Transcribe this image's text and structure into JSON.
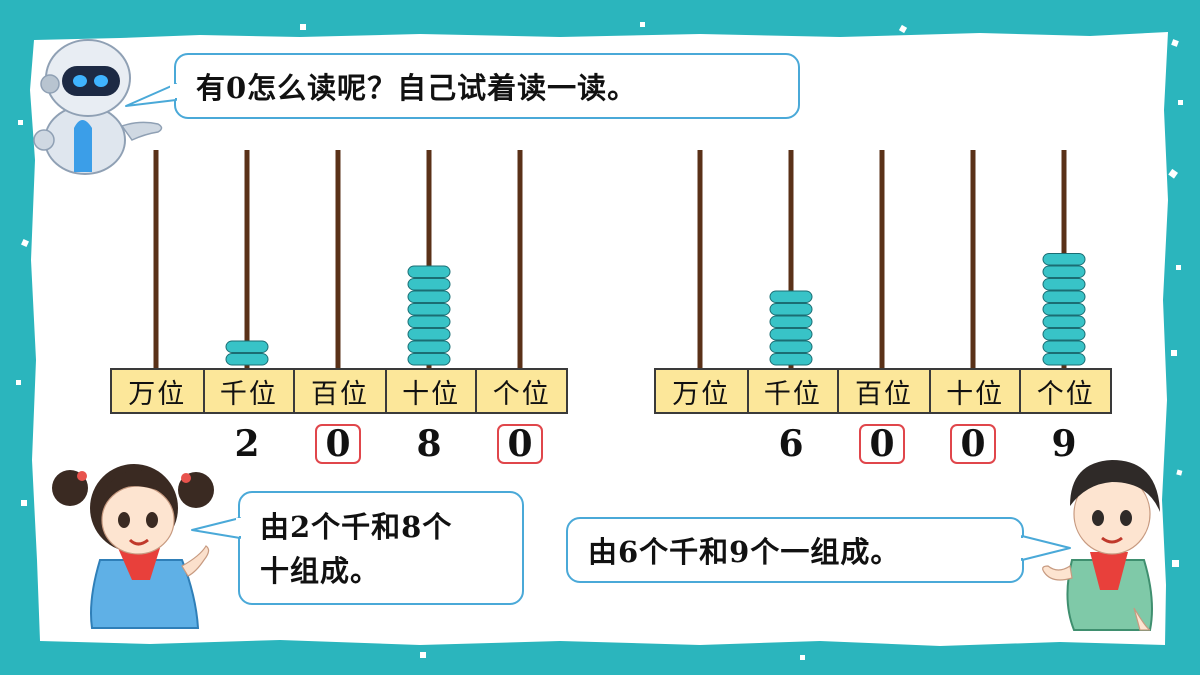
{
  "question_bubble": {
    "text": "有0怎么读呢？自己试着读一读。"
  },
  "abacus_left": {
    "place_labels": [
      "万位",
      "千位",
      "百位",
      "十位",
      "个位"
    ],
    "bead_counts": [
      0,
      2,
      0,
      8,
      0
    ],
    "digits": [
      {
        "text": "",
        "highlighted": false
      },
      {
        "text": "2",
        "highlighted": false
      },
      {
        "text": "0",
        "highlighted": true
      },
      {
        "text": "8",
        "highlighted": false
      },
      {
        "text": "0",
        "highlighted": true
      }
    ]
  },
  "abacus_right": {
    "place_labels": [
      "万位",
      "千位",
      "百位",
      "十位",
      "个位"
    ],
    "bead_counts": [
      0,
      6,
      0,
      0,
      9
    ],
    "digits": [
      {
        "text": "",
        "highlighted": false
      },
      {
        "text": "6",
        "highlighted": false
      },
      {
        "text": "0",
        "highlighted": true
      },
      {
        "text": "0",
        "highlighted": true
      },
      {
        "text": "9",
        "highlighted": false
      }
    ]
  },
  "girl_bubble": {
    "line1": "由2个千和8个",
    "line2": "十组成。"
  },
  "boy_bubble": {
    "text": "由6个千和9个一组成。"
  },
  "colors": {
    "frame": "#2bb5bd",
    "bead": "#38c3c7",
    "rod": "#5a3118",
    "label_bar": "#fce79a",
    "highlight_box": "#e0464b",
    "bubble_border": "#4aa9d8"
  }
}
